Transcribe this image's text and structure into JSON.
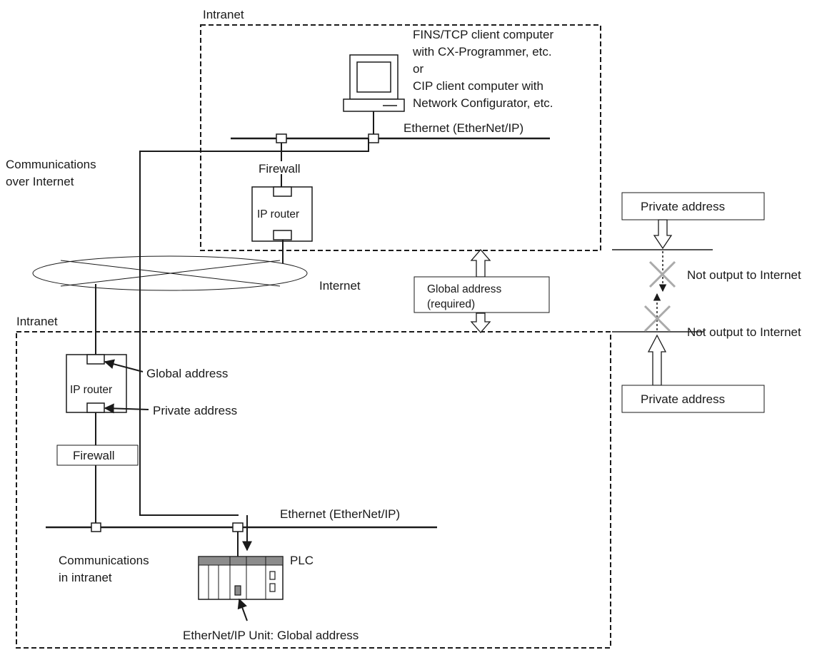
{
  "labels": {
    "intranet_top": "Intranet",
    "client_line1": "FINS/TCP client computer",
    "client_line2": "with CX-Programmer, etc.",
    "client_line3": "or",
    "client_line4": "CIP client computer with",
    "client_line5": "Network Configurator, etc.",
    "ethernet_top": "Ethernet (EtherNet/IP)",
    "comm_internet_line1": "Communications",
    "comm_internet_line2": "over Internet",
    "firewall_top": "Firewall",
    "ip_router_top": "IP router",
    "internet": "Internet",
    "global_address_required_line1": "Global address",
    "global_address_required_line2": "(required)",
    "private_address_top": "Private address",
    "not_output_top": "Not output to Internet",
    "not_output_bottom": "Not output to Internet",
    "private_address_bottom": "Private address",
    "intranet_bottom": "Intranet",
    "global_address_router": "Global address",
    "ip_router_bottom": "IP router",
    "private_address_router": "Private address",
    "firewall_bottom": "Firewall",
    "ethernet_bottom": "Ethernet (EtherNet/IP)",
    "comm_intranet_line1": "Communications",
    "comm_intranet_line2": "in intranet",
    "plc": "PLC",
    "ethernetip_unit": "EtherNet/IP Unit: Global address"
  },
  "colors": {
    "line": "#1a1a1a",
    "cross_gray": "#aaaaaa",
    "plc_header": "#8c8c8c"
  }
}
